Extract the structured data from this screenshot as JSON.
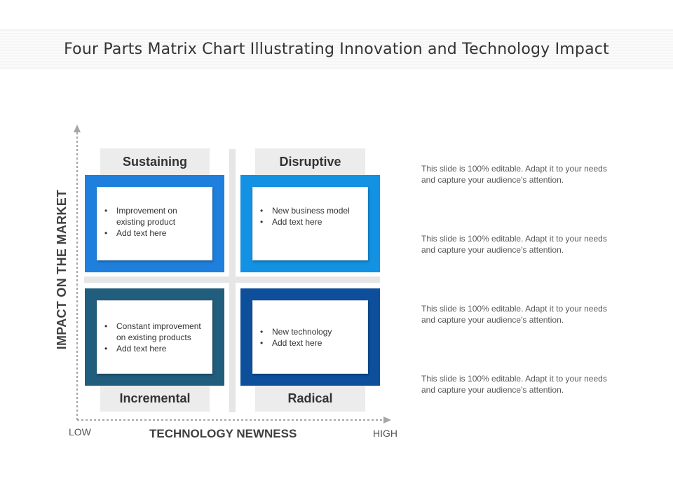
{
  "title": "Four Parts Matrix Chart Illustrating Innovation and Technology Impact",
  "axes": {
    "y_label": "IMPACT ON THE MARKET",
    "x_label": "TECHNOLOGY NEWNESS",
    "x_low": "LOW",
    "x_high": "HIGH",
    "arrow_color": "#a6a6a6"
  },
  "quadrants": [
    {
      "label": "Sustaining",
      "color": "#1f7fdc",
      "bullets": [
        "Improvement  on existing product",
        "Add text here"
      ]
    },
    {
      "label": "Disruptive",
      "color": "#1391e2",
      "bullets": [
        "New business model",
        "Add text here"
      ]
    },
    {
      "label": "Incremental",
      "color": "#215d7c",
      "bullets": [
        "Constant improvement on existing products",
        "Add text here"
      ]
    },
    {
      "label": "Radical",
      "color": "#0e4f9c",
      "bullets": [
        "New technology",
        "Add text here"
      ]
    }
  ],
  "descriptions": [
    "This slide is 100% editable. Adapt it to your needs and capture your audience's attention.",
    "This slide is 100% editable. Adapt it to your needs and capture your audience's attention.",
    "This slide is 100% editable. Adapt it to your needs and capture your audience's attention.",
    "This slide is 100% editable. Adapt it to your needs and capture your audience's attention."
  ]
}
